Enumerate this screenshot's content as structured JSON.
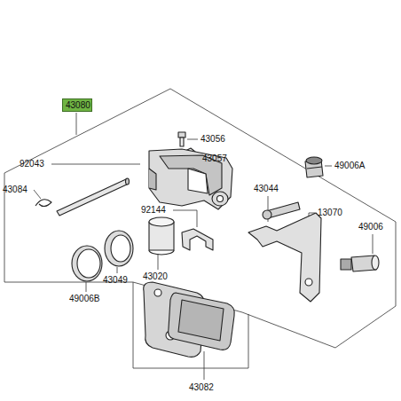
{
  "diagram": {
    "nodes": [
      {
        "text": [
          "43080"
        ]
      }
    ],
    "labels": [
      "43056",
      "43057",
      "92043",
      "49006A",
      "43044",
      "43084",
      "92144",
      "13070",
      "49006",
      "43020",
      "43049",
      "49006B",
      "43082"
    ]
  }
}
